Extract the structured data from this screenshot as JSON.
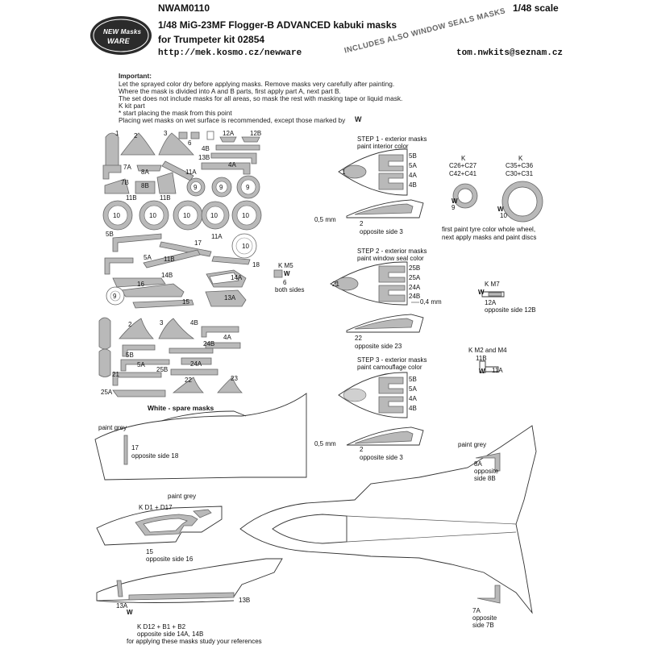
{
  "header": {
    "code": "NWAM0110",
    "title": "1/48 MiG-23MF Flogger-B ADVANCED kabuki masks",
    "kit": "for Trumpeter kit 02854",
    "url": "http://mek.kosmo.cz/newware",
    "email": "tom.nwkits@seznam.cz",
    "scale": "1/48 scale",
    "banner": "INCLUDES ALSO WINDOW SEALS MASKS",
    "logo_top": "NEW Masks",
    "logo_bottom": "WARE"
  },
  "notes": {
    "heading": "Important:",
    "lines": [
      "Let the sprayed color dry before applying masks. Remove masks very carefully after painting.",
      "Where the mask is divided into A and B parts, first apply part A, next part B.",
      "The set does not include masks for all areas, so mask the rest with masking tape or liquid mask.",
      "K kit part",
      "*  start placing the mask from this point",
      "Placing wet masks on wet surface is recommended, except those marked by"
    ],
    "w_mark": "W"
  },
  "sheet_labels": {
    "n1": "1",
    "n2": "2",
    "n3": "3",
    "n6": "6",
    "n12a": "12A",
    "n12b": "12B",
    "n4b": "4B",
    "n13b": "13B",
    "n7a": "7A",
    "n8a": "8A",
    "n11a": "11A",
    "n4a": "4A",
    "n7b": "7B",
    "n8b": "8B",
    "n9": "9",
    "n11b": "11B",
    "n10": "10",
    "n5b": "5B",
    "n17": "17",
    "n5a": "5A",
    "n18": "18",
    "n14b": "14B",
    "n14a": "14A",
    "n16": "16",
    "n15": "15",
    "n13a": "13A",
    "n24b": "24B",
    "n25b": "25B",
    "n24a": "24A",
    "n21": "21",
    "n25a": "25A",
    "n22": "22",
    "n23": "23",
    "km5": "K M5",
    "km5_6": "6",
    "km5_sides": "both sides"
  },
  "spare": "White - spare masks",
  "step1": {
    "title": "STEP 1 - exterior masks",
    "sub": "paint interior color",
    "parts": [
      "5B",
      "5A",
      "4A",
      "4B"
    ],
    "n1": "1",
    "gap": "0,5 mm",
    "n2": "2",
    "opp": "opposite side 3"
  },
  "wheels": {
    "k1": "K",
    "k1a": "C26+C27",
    "k1b": "C42+C41",
    "k2": "K",
    "k2a": "C35+C36",
    "k2b": "C30+C31",
    "n9": "9",
    "n10": "10",
    "note1": "first paint tyre color whole wheel,",
    "note2": "next apply masks and paint discs"
  },
  "step2": {
    "title": "STEP 2 - exterior masks",
    "sub": "paint window seal color",
    "parts": [
      "25B",
      "25A",
      "24A",
      "24B"
    ],
    "n21": "21",
    "gap": "0,4 mm",
    "n22": "22",
    "opp": "opposite side 23"
  },
  "m7": {
    "k": "K M7",
    "n12a": "12A",
    "opp": "opposite side 12B"
  },
  "m2m4": {
    "k": "K M2 and M4",
    "n11b": "11B",
    "n11a": "11A"
  },
  "step3": {
    "title": "STEP 3 - exterior masks",
    "sub": "paint camouflage color",
    "parts": [
      "5B",
      "5A",
      "4A",
      "4B"
    ],
    "gap": "0,5 mm",
    "n2": "2",
    "opp": "opposite side 3"
  },
  "fuselage": {
    "paint": "paint grey",
    "n17": "17",
    "opp": "opposite side 18"
  },
  "canopy": {
    "paint": "paint grey",
    "k": "K D1 + D17",
    "n15": "15",
    "opp": "opposite side 16"
  },
  "tail": {
    "n13a": "13A",
    "n13b": "13B",
    "k": "K D12 + B1 + B2",
    "opp": "opposite side 14A, 14B",
    "refs": "for applying these masks study your references"
  },
  "top_view": {
    "paint": "paint grey",
    "n8a": "8A",
    "opp8_1": "opposite",
    "opp8_2": "side 8B",
    "n7a": "7A",
    "opp7_1": "opposite",
    "opp7_2": "side 7B"
  }
}
